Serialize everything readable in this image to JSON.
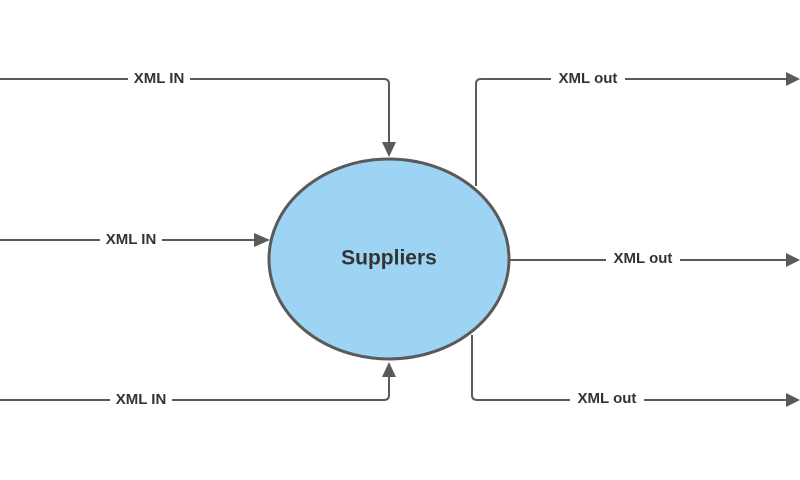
{
  "diagram": {
    "node": {
      "label": "Suppliers",
      "shape": "ellipse",
      "fill_color": "#9dd3f3",
      "border_color": "#5a5a5a"
    },
    "inputs": [
      {
        "label": "XML IN"
      },
      {
        "label": "XML IN"
      },
      {
        "label": "XML IN"
      }
    ],
    "outputs": [
      {
        "label": "XML out"
      },
      {
        "label": "XML out"
      },
      {
        "label": "XML out"
      }
    ],
    "edge_color": "#5a5a5a",
    "text_color": "#333333"
  }
}
